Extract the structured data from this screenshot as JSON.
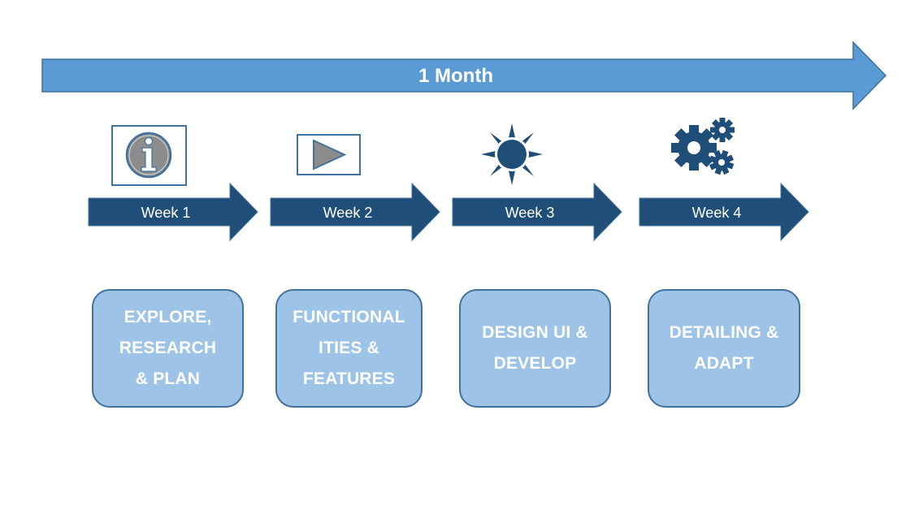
{
  "timeline": {
    "label": "1 Month"
  },
  "weeks": [
    {
      "label": "Week 1",
      "icon": "info-icon"
    },
    {
      "label": "Week 2",
      "icon": "play-icon"
    },
    {
      "label": "Week 3",
      "icon": "sun-icon"
    },
    {
      "label": "Week 4",
      "icon": "gears-icon"
    }
  ],
  "phases": [
    {
      "lines": [
        "EXPLORE,",
        "RESEARCH",
        "& PLAN"
      ]
    },
    {
      "lines": [
        "FUNCTIONAL",
        "ITIES &",
        "FEATURES"
      ]
    },
    {
      "lines": [
        "DESIGN UI &",
        "DEVELOP"
      ]
    },
    {
      "lines": [
        "DETAILING &",
        "ADAPT"
      ]
    }
  ],
  "colors": {
    "timeline_fill": "#5b9bd5",
    "timeline_stroke": "#41719c",
    "week_arrow_fill": "#1f4e79",
    "phase_fill": "#9dc3e6",
    "phase_border": "#41719c",
    "icon_gray": "#8c8c8c",
    "icon_dark_blue": "#1f4e79"
  }
}
